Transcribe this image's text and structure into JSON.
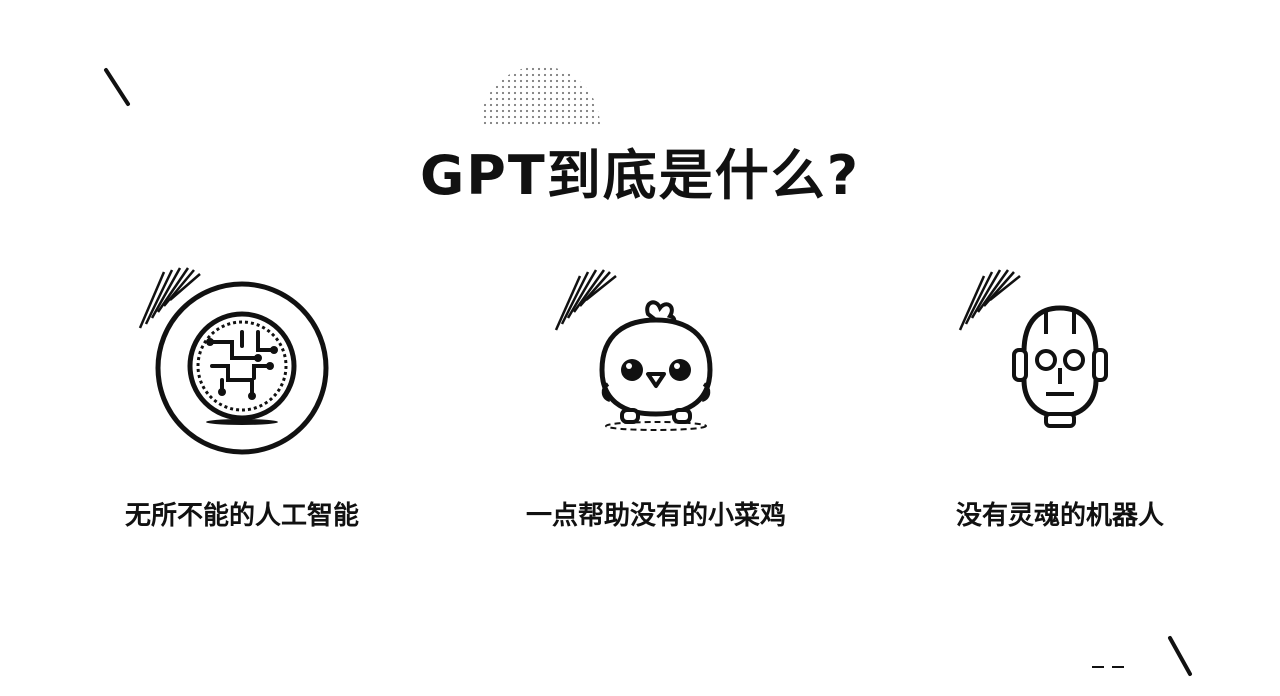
{
  "slide": {
    "title": "GPT到底是什么?",
    "cards": [
      {
        "caption": "无所不能的人工智能",
        "icon": "ai-brain-chip-icon"
      },
      {
        "caption": "一点帮助没有的小菜鸡",
        "icon": "chick-icon"
      },
      {
        "caption": "没有灵魂的机器人",
        "icon": "robot-head-icon"
      }
    ]
  },
  "colors": {
    "background": "#ffffff",
    "ink": "#111111"
  }
}
